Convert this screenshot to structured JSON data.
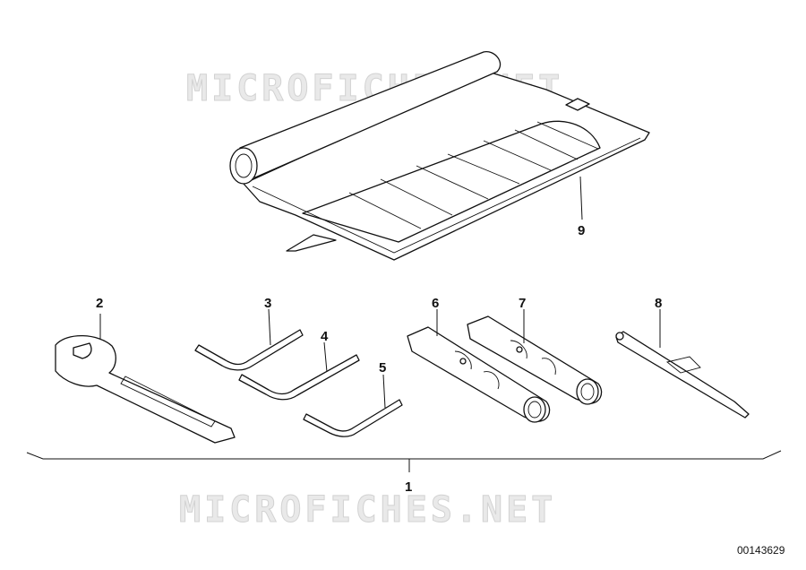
{
  "watermark": {
    "text": "MICROFICHES.NET"
  },
  "callouts": {
    "item_1": "1",
    "item_2": "2",
    "item_3": "3",
    "item_4": "4",
    "item_5": "5",
    "item_6": "6",
    "item_7": "7",
    "item_8": "8",
    "item_9": "9"
  },
  "diagram_number": "00143629"
}
